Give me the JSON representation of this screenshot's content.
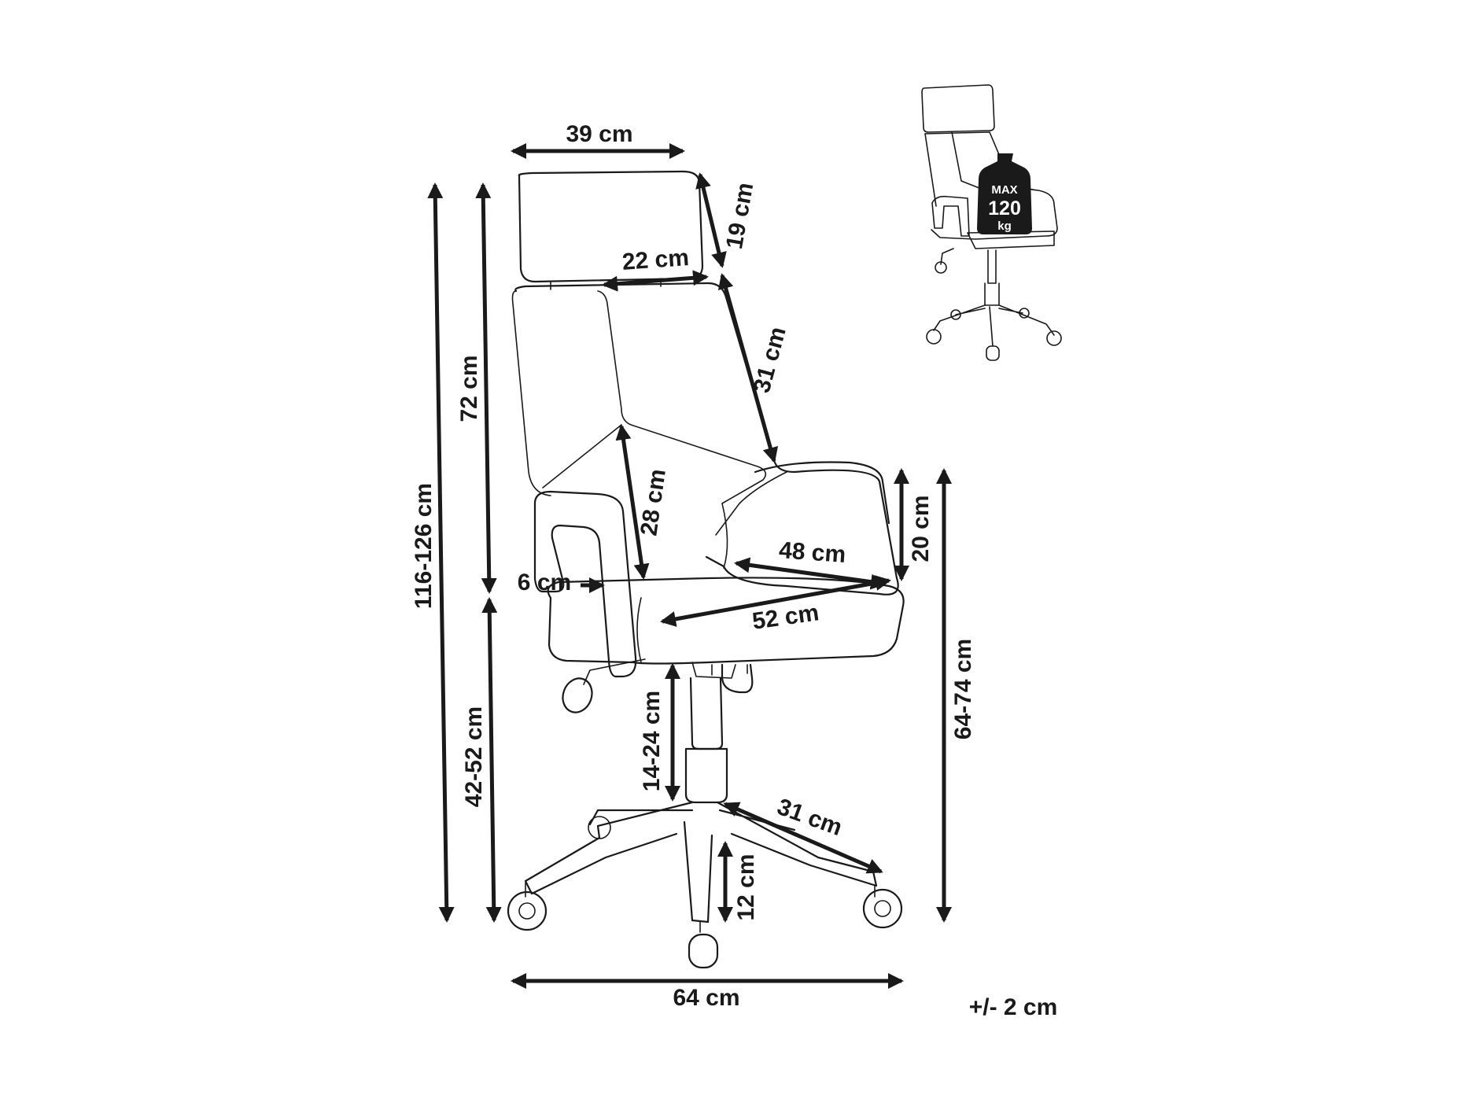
{
  "dimensions": {
    "headrest_width": "39 cm",
    "headrest_height": "19 cm",
    "backrest_neck_width": "22 cm",
    "backrest_side_length": "31 cm",
    "backrest_height": "72 cm",
    "total_height": "116-126 cm",
    "lumbar_height": "28 cm",
    "armrest_height": "20 cm",
    "seat_depth": "48 cm",
    "armrest_gap": "6 cm",
    "seat_width": "52 cm",
    "seat_height": "42-52 cm",
    "gas_lift_range": "14-24 cm",
    "armrest_top_height": "64-74 cm",
    "base_leg_length": "31 cm",
    "base_height": "12 cm",
    "base_width": "64 cm"
  },
  "tolerance": "+/- 2 cm",
  "weight_badge": {
    "line1": "MAX",
    "line2": "120",
    "line3": "kg"
  },
  "colors": {
    "line": "#1a1a1a",
    "background": "#ffffff"
  }
}
